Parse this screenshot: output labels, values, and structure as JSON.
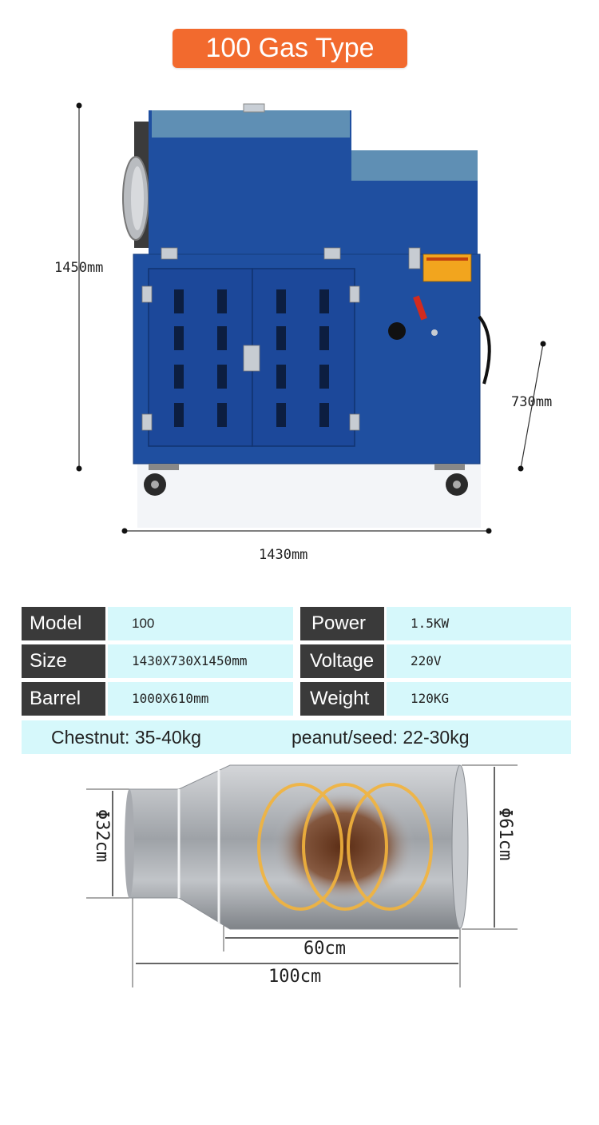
{
  "title": "100  Gas Type",
  "machine_dims": {
    "height": "1450mm",
    "depth": "730mm",
    "width": "1430mm"
  },
  "specs": {
    "left": [
      {
        "label": "Model",
        "value": "100"
      },
      {
        "label": "Size",
        "value": "1430X730X1450mm"
      },
      {
        "label": "Barrel",
        "value": "1000X610mm"
      }
    ],
    "right": [
      {
        "label": "Power",
        "value": "1.5KW"
      },
      {
        "label": "Voltage",
        "value": "220V"
      },
      {
        "label": "Weight",
        "value": "120KG"
      }
    ]
  },
  "capacity": {
    "chestnut": "Chestnut: 35-40kg",
    "peanut": "peanut/seed: 22-30kg"
  },
  "barrel_dims": {
    "small_diameter": "Φ32cm",
    "large_diameter": "Φ61cm",
    "body_length": "60cm",
    "total_length": "100cm"
  },
  "colors": {
    "badge": "#f26a2e",
    "machine_body": "#1f4fa0",
    "machine_top": "#5f8fb4",
    "label_bg": "#3a3a3a",
    "value_bg": "#d6f8fb"
  }
}
